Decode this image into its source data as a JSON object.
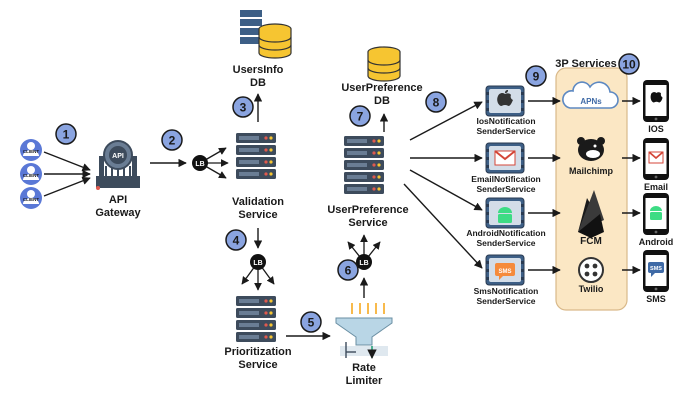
{
  "step_numbers": [
    "1",
    "2",
    "3",
    "4",
    "5",
    "6",
    "7",
    "8",
    "9",
    "10"
  ],
  "nodes": {
    "client_label": "CLIENT",
    "api_gateway": {
      "line1": "API",
      "line2": "Gateway",
      "badge": "API"
    },
    "lb_label": "LB",
    "users_info_db": {
      "line1": "UsersInfo",
      "line2": "DB"
    },
    "validation_service": {
      "line1": "Validation",
      "line2": "Service"
    },
    "prioritization_service": {
      "line1": "Prioritization",
      "line2": "Service"
    },
    "rate_limiter": {
      "line1": "Rate",
      "line2": "Limiter"
    },
    "user_preference_db": {
      "line1": "UserPreference",
      "line2": "DB"
    },
    "user_preference_service": {
      "line1": "UserPreference",
      "line2": "Service"
    },
    "ios_sender": {
      "line1": "IosNotification",
      "line2": "SenderService"
    },
    "email_sender": {
      "line1": "EmailNotification",
      "line2": "SenderService"
    },
    "android_sender": {
      "line1": "AndroidNotification",
      "line2": "SenderService"
    },
    "sms_sender": {
      "line1": "SmsNotification",
      "line2": "SenderService"
    }
  },
  "third_party": {
    "title": "3P Services",
    "apns": "APNs",
    "mailchimp": "Mailchimp",
    "fcm": "FCM",
    "twilio": "Twilio",
    "sms_badge": "SMS"
  },
  "devices": {
    "ios": "IOS",
    "email": "Email",
    "android": "Android",
    "sms": "SMS"
  },
  "colors": {
    "step_circle": "#8aa4e0",
    "server_dark": "#3d4b5c",
    "server_light": "#6a7d94",
    "db_yellow": "#f6c531",
    "panel_fill": "#fbe7c4",
    "panel_stroke": "#d9b98a",
    "arrow": "#1a1a1a",
    "client_blue": "#5a78d6"
  }
}
